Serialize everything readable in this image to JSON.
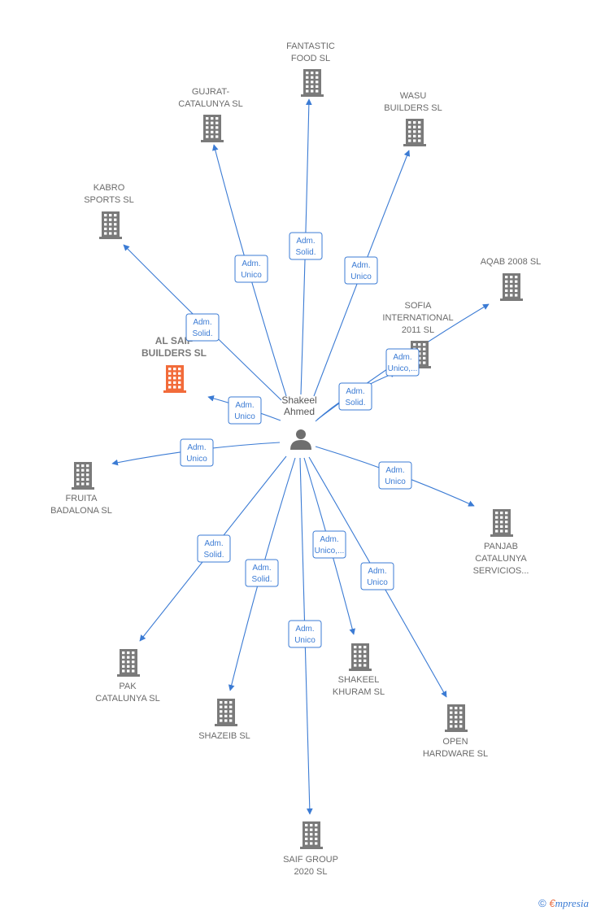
{
  "center": {
    "name": [
      "Shakeel",
      "Ahmed"
    ]
  },
  "colors": {
    "edge": "#3b7bd4",
    "building": "#7a7a7a",
    "highlight": "#f26b3a",
    "person": "#6e6e6e"
  },
  "nodes": [
    {
      "id": "fantastic",
      "label": [
        "FANTASTIC",
        "FOOD  SL"
      ]
    },
    {
      "id": "gujrat",
      "label": [
        "GUJRAT-",
        "CATALUNYA  SL"
      ]
    },
    {
      "id": "wasu",
      "label": [
        "WASU",
        "BUILDERS SL"
      ]
    },
    {
      "id": "kabro",
      "label": [
        "KABRO",
        "SPORTS  SL"
      ]
    },
    {
      "id": "aqab",
      "label": [
        "AQAB 2008 SL"
      ]
    },
    {
      "id": "sofia",
      "label": [
        "SOFIA",
        "INTERNATIONAL",
        "2011 SL"
      ]
    },
    {
      "id": "alsaif",
      "label": [
        "AL SAIF",
        "BUILDERS  SL"
      ],
      "highlight": true
    },
    {
      "id": "fruita",
      "label": [
        "FRUITA",
        "BADALONA  SL"
      ]
    },
    {
      "id": "panjab",
      "label": [
        "PANJAB",
        "CATALUNYA",
        "SERVICIOS..."
      ]
    },
    {
      "id": "pak",
      "label": [
        "PAK",
        "CATALUNYA  SL"
      ]
    },
    {
      "id": "shazeib",
      "label": [
        "SHAZEIB  SL"
      ]
    },
    {
      "id": "shakeel",
      "label": [
        "SHAKEEL",
        "KHURAM  SL"
      ]
    },
    {
      "id": "open",
      "label": [
        "OPEN",
        "HARDWARE  SL"
      ]
    },
    {
      "id": "saif",
      "label": [
        "SAIF GROUP",
        "2020  SL"
      ]
    }
  ],
  "edges": [
    {
      "to": "fantastic",
      "label": [
        "Adm.",
        "Solid."
      ]
    },
    {
      "to": "gujrat",
      "label": [
        "Adm.",
        "Unico"
      ]
    },
    {
      "to": "wasu",
      "label": [
        "Adm.",
        "Unico"
      ]
    },
    {
      "to": "kabro",
      "label": [
        "Adm.",
        "Solid."
      ]
    },
    {
      "to": "aqab",
      "label": [
        "Adm.",
        "Unico,..."
      ]
    },
    {
      "to": "sofia",
      "label": [
        "Adm.",
        "Solid."
      ]
    },
    {
      "to": "alsaif",
      "label": [
        "Adm.",
        "Unico"
      ]
    },
    {
      "to": "fruita",
      "label": [
        "Adm.",
        "Unico"
      ]
    },
    {
      "to": "panjab",
      "label": [
        "Adm.",
        "Unico"
      ]
    },
    {
      "to": "pak",
      "label": [
        "Adm.",
        "Solid."
      ]
    },
    {
      "to": "shazeib",
      "label": [
        "Adm.",
        "Solid."
      ]
    },
    {
      "to": "shakeel",
      "label": [
        "Adm.",
        "Unico,..."
      ]
    },
    {
      "to": "open",
      "label": [
        "Adm.",
        "Unico"
      ]
    },
    {
      "to": "saif",
      "label": [
        "Adm.",
        "Unico"
      ]
    }
  ],
  "footer": {
    "copyright": "©",
    "brand_initial": "€",
    "brand_rest": "mpresia"
  }
}
